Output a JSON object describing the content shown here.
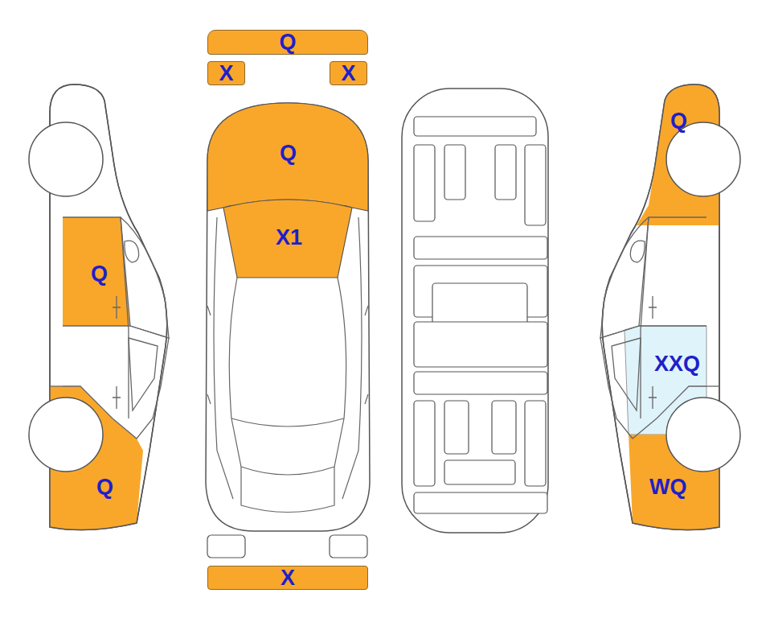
{
  "diagram": {
    "nodes": [
      {
        "text": [
          "Q"
        ]
      },
      {
        "text": [
          "X"
        ]
      },
      {
        "text": [
          "X"
        ]
      },
      {
        "text": [
          "Q"
        ]
      },
      {
        "text": [
          "Q"
        ]
      },
      {
        "text": [
          "X1"
        ]
      },
      {
        "text": [
          "Q"
        ]
      },
      {
        "text": [
          "XXQ"
        ]
      },
      {
        "text": [
          "Q"
        ]
      },
      {
        "text": [
          "WQ"
        ]
      },
      {
        "text": [
          "X"
        ]
      }
    ]
  }
}
